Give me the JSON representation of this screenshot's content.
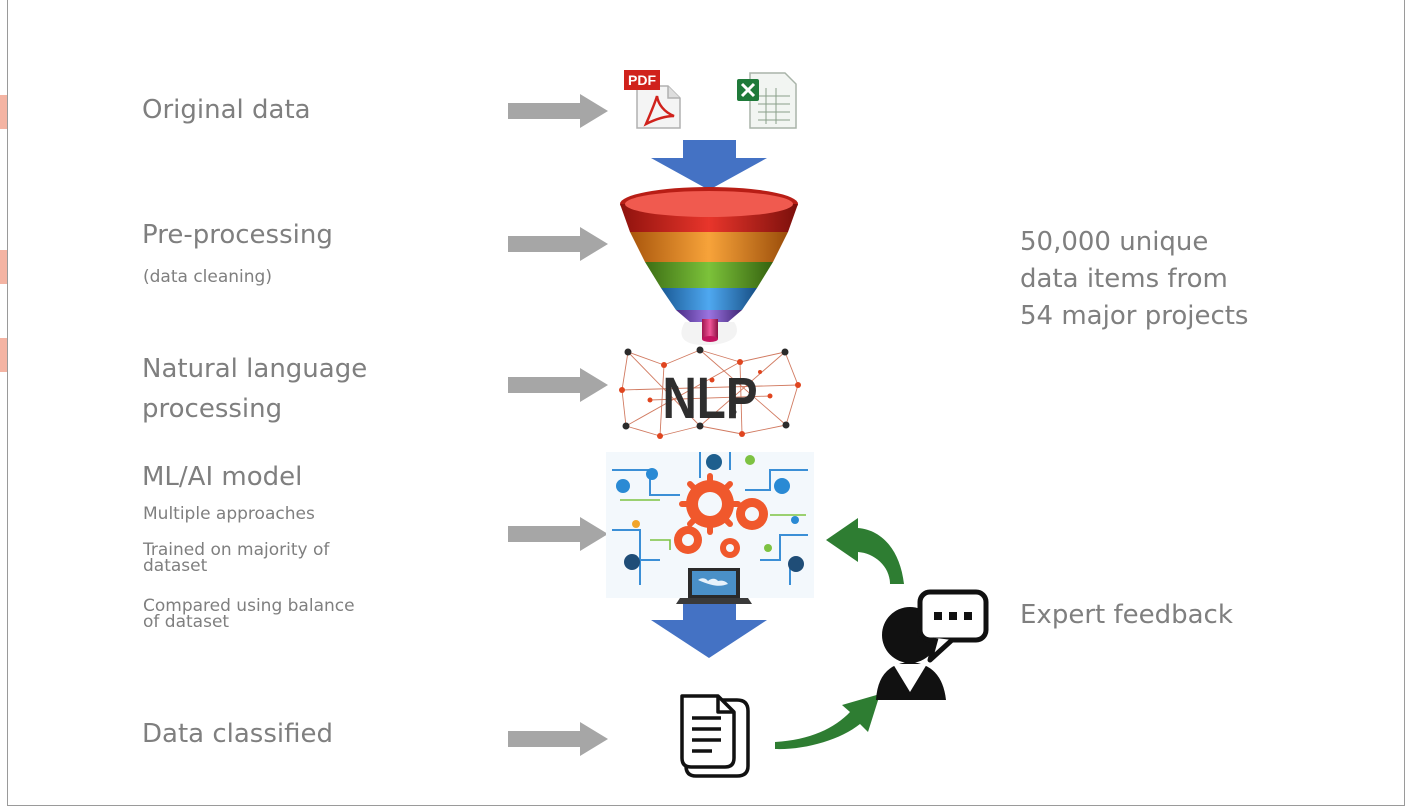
{
  "steps": [
    {
      "title": "Original data"
    },
    {
      "title": "Pre-processing",
      "note": "(data cleaning)"
    },
    {
      "title_lines": [
        "Natural language",
        "processing"
      ]
    },
    {
      "title": "ML/AI model",
      "notes": [
        "Multiple approaches",
        "Trained on majority of\ndataset",
        "Compared using balance\nof dataset"
      ]
    },
    {
      "title": "Data classified"
    }
  ],
  "summary_lines": [
    "50,000 unique",
    "data items from",
    "54 major projects"
  ],
  "feedback_label": "Expert feedback",
  "nlp_text": "NLP",
  "pdf_badge": "PDF",
  "colors": {
    "label_gray": "#7f7f7f",
    "arrow_gray": "#a6a6a6",
    "arrow_blue": "#4472c4",
    "feedback_green": "#2e7d32",
    "funnel": [
      "#d9251c",
      "#f08a1c",
      "#6aa82b",
      "#2e8bd8",
      "#7a4fc2",
      "#e3307a"
    ],
    "accent": "#f4b4a3"
  },
  "icons": [
    "pdf-file-icon",
    "excel-file-icon",
    "funnel-icon",
    "nlp-network-icon",
    "ai-gears-laptop-icon",
    "documents-icon",
    "expert-chat-icon"
  ]
}
